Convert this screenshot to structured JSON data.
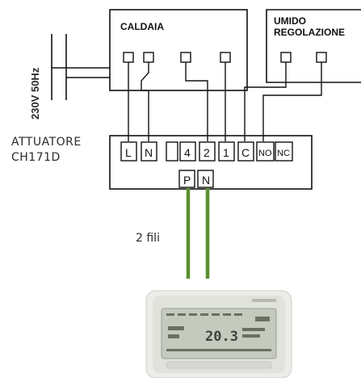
{
  "supply": {
    "label": "230V 50Hz"
  },
  "caldaia": {
    "title": "CALDAIA"
  },
  "umido": {
    "title_line1": "UMIDO",
    "title_line2": "REGOLAZIONE"
  },
  "actuator": {
    "title_line1": "ATTUATORE",
    "title_line2": "CH171D",
    "terminals": [
      "L",
      "N",
      "4",
      "2",
      "1",
      "C",
      "NO",
      "NC"
    ],
    "bus_terminals": [
      "P",
      "N"
    ]
  },
  "cable": {
    "label": "2 fili",
    "color": "#5a8f2e"
  },
  "thermostat": {
    "display_value": "20.3"
  },
  "colors": {
    "line": "#111111",
    "wire_green": "#5a8f2e",
    "device_body": "#e6e6e2",
    "lcd": "#c7cdc0"
  }
}
